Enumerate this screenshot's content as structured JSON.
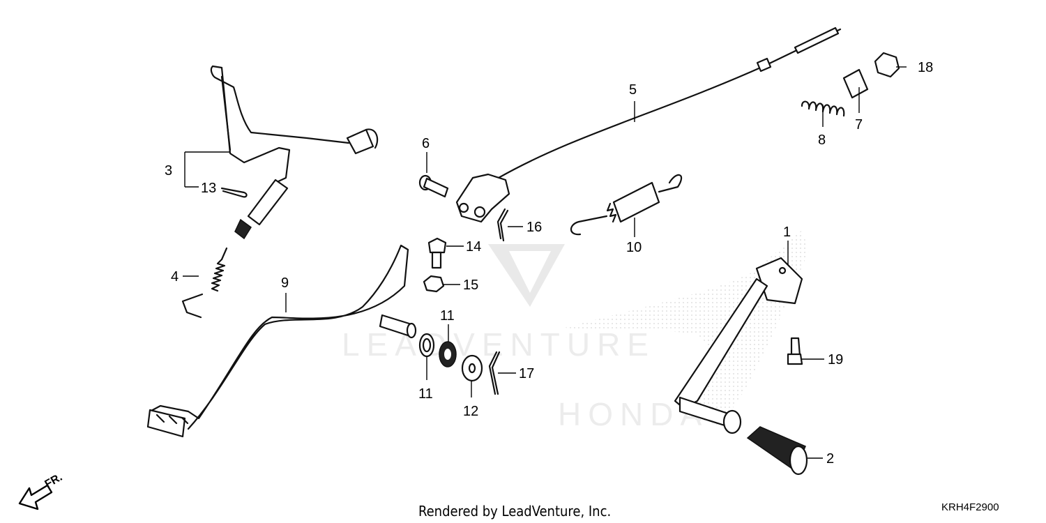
{
  "footer": {
    "rendered_by": "Rendered by LeadVenture, Inc.",
    "diagram_code": "KRH4F2900"
  },
  "watermark": {
    "text": "LEADVENTURE",
    "brand": "HONDA"
  },
  "direction_indicator": {
    "text": "FR."
  },
  "callouts": [
    "1",
    "2",
    "3",
    "4",
    "5",
    "6",
    "7",
    "8",
    "9",
    "10",
    "11",
    "11",
    "12",
    "13",
    "14",
    "15",
    "16",
    "17",
    "18",
    "19"
  ]
}
